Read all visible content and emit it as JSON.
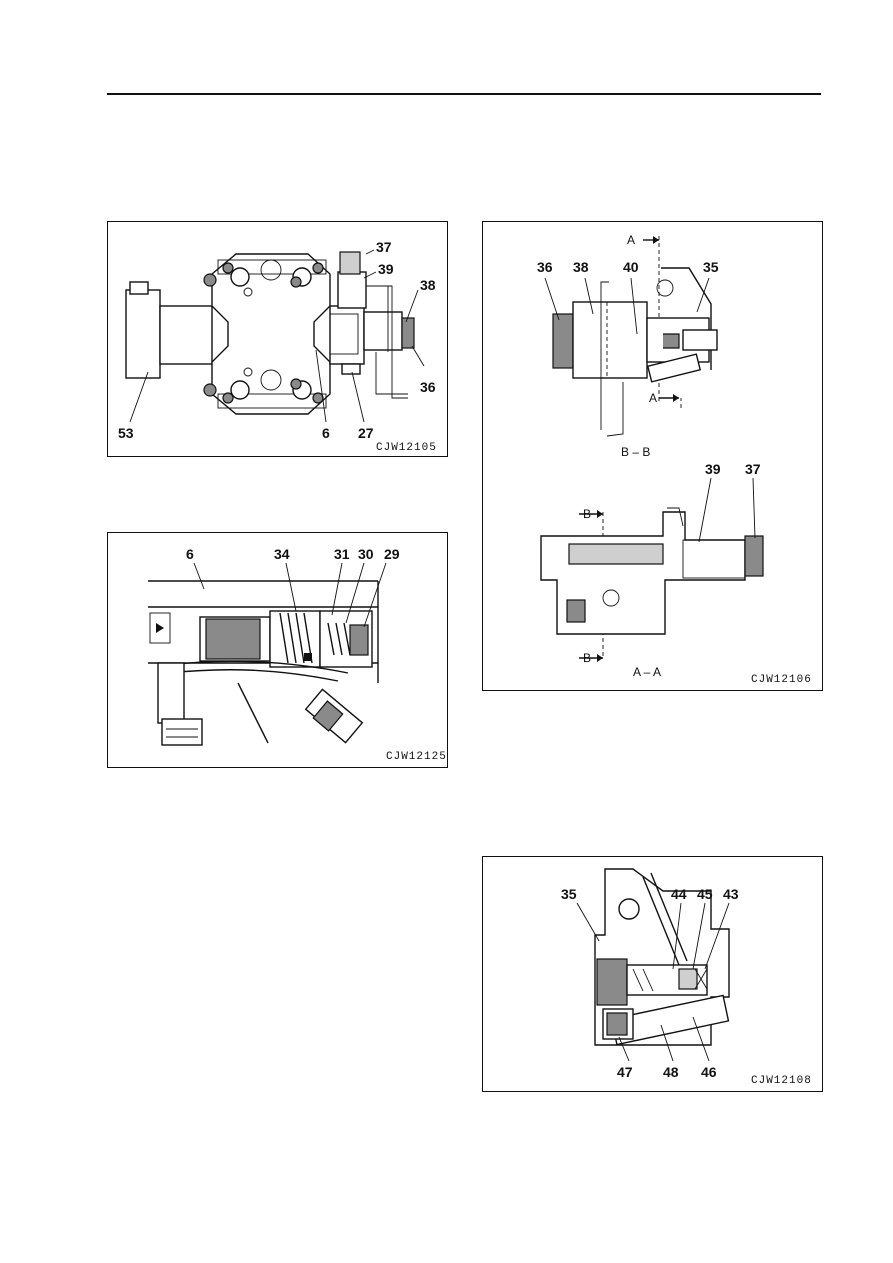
{
  "figures": {
    "fig1": {
      "code": "CJW12105",
      "labels": {
        "l37": "37",
        "l39": "39",
        "l38": "38",
        "l36": "36",
        "l53": "53",
        "l6": "6",
        "l27": "27"
      }
    },
    "fig2": {
      "code": "CJW12125",
      "labels": {
        "l6": "6",
        "l34": "34",
        "l31": "31",
        "l30": "30",
        "l29": "29"
      }
    },
    "fig3": {
      "code": "CJW12106",
      "labels": {
        "l36": "36",
        "l38": "38",
        "l40": "40",
        "l35": "35",
        "l39": "39",
        "l37": "37"
      },
      "section_marks": {
        "a_top": "A",
        "a_bottom": "A",
        "b_top": "B",
        "b_bottom": "B"
      },
      "section_titles": {
        "bb": "B – B",
        "aa": "A – A"
      }
    },
    "fig4": {
      "code": "CJW12108",
      "labels": {
        "l35": "35",
        "l44": "44",
        "l45": "45",
        "l43": "43",
        "l47": "47",
        "l48": "48",
        "l46": "46"
      }
    }
  }
}
